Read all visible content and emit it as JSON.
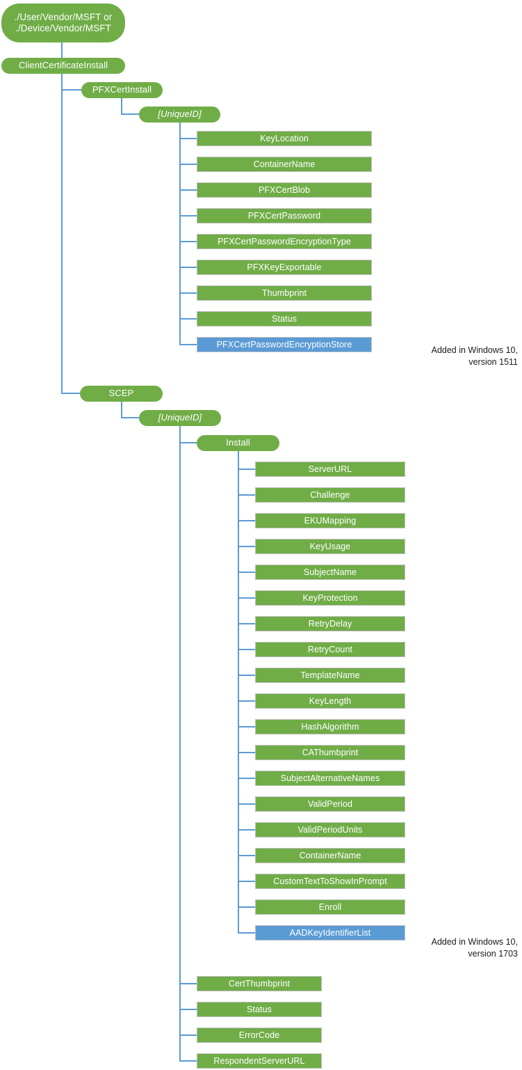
{
  "diagram": {
    "title": "ClientCertificateInstall CSP node tree",
    "colors": {
      "node_green": "#70AD47",
      "node_blue": "#5B9BD5",
      "connector": "#5B9BD5",
      "leaf_border": "#BFBFBF",
      "text_on_node": "#FFFFFF",
      "annotation_text": "#1A1A1A",
      "background": "#FFFFFF"
    },
    "root": {
      "label": "./User/Vendor/MSFT or\n./Device/Vendor/MSFT"
    },
    "level1": {
      "label": "ClientCertificateInstall"
    },
    "branches": [
      {
        "label": "PFXCertInstall",
        "unique_id_label": "[UniqueID]",
        "leaves": [
          {
            "label": "KeyLocation",
            "color": "green"
          },
          {
            "label": "ContainerName",
            "color": "green"
          },
          {
            "label": "PFXCertBlob",
            "color": "green"
          },
          {
            "label": "PFXCertPassword",
            "color": "green"
          },
          {
            "label": "PFXCertPasswordEncryptionType",
            "color": "green"
          },
          {
            "label": "PFXKeyExportable",
            "color": "green"
          },
          {
            "label": "Thumbprint",
            "color": "green"
          },
          {
            "label": "Status",
            "color": "green"
          },
          {
            "label": "PFXCertPasswordEncryptionStore",
            "color": "blue"
          }
        ]
      },
      {
        "label": "SCEP",
        "unique_id_label": "[UniqueID]",
        "install_label": "Install",
        "install_leaves": [
          {
            "label": "ServerURL",
            "color": "green"
          },
          {
            "label": "Challenge",
            "color": "green"
          },
          {
            "label": "EKUMapping",
            "color": "green"
          },
          {
            "label": "KeyUsage",
            "color": "green"
          },
          {
            "label": "SubjectName",
            "color": "green"
          },
          {
            "label": "KeyProtection",
            "color": "green"
          },
          {
            "label": "RetryDelay",
            "color": "green"
          },
          {
            "label": "RetryCount",
            "color": "green"
          },
          {
            "label": "TemplateName",
            "color": "green"
          },
          {
            "label": "KeyLength",
            "color": "green"
          },
          {
            "label": "HashAlgorithm",
            "color": "green"
          },
          {
            "label": "CAThumbprint",
            "color": "green"
          },
          {
            "label": "SubjectAlternativeNames",
            "color": "green"
          },
          {
            "label": "ValidPeriod",
            "color": "green"
          },
          {
            "label": "ValidPeriodUnits",
            "color": "green"
          },
          {
            "label": "ContainerName",
            "color": "green"
          },
          {
            "label": "CustomTextToShowInPrompt",
            "color": "green"
          },
          {
            "label": "Enroll",
            "color": "green"
          },
          {
            "label": "AADKeyIdentifierList",
            "color": "blue"
          }
        ],
        "uid_leaves": [
          {
            "label": "CertThumbprint",
            "color": "green"
          },
          {
            "label": "Status",
            "color": "green"
          },
          {
            "label": "ErrorCode",
            "color": "green"
          },
          {
            "label": "RespondentServerURL",
            "color": "green"
          }
        ]
      }
    ],
    "annotations": [
      {
        "text": "Added in Windows 10,\nversion 1511",
        "for": "PFXCertPasswordEncryptionStore"
      },
      {
        "text": "Added in Windows 10,\nversion 1703",
        "for": "AADKeyIdentifierList"
      }
    ]
  }
}
